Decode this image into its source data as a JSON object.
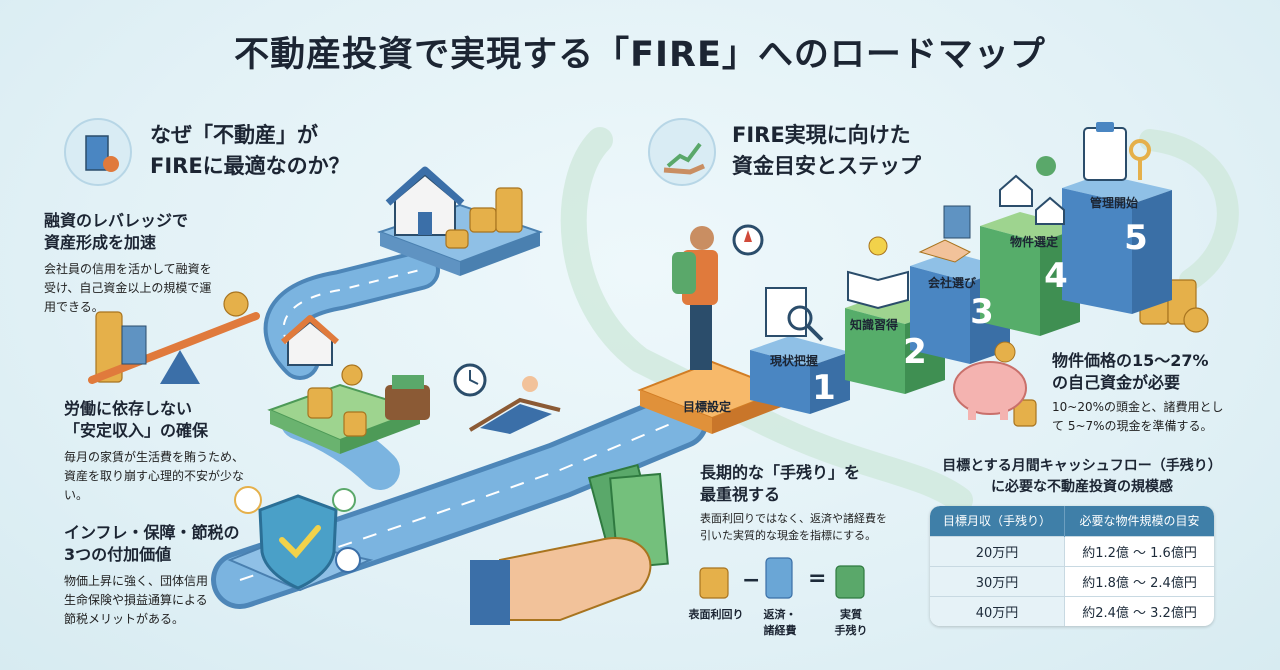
{
  "title": "不動産投資で実現する「FIRE」へのロードマップ",
  "left": {
    "heading": [
      "なぜ「不動産」が",
      "FIREに最適なのか？"
    ],
    "points": [
      {
        "head": [
          "融資のレバレッジで",
          "資産形成を加速"
        ],
        "body": [
          "会社員の信用を活かして融資を",
          "受け、自己資金以上の規模で運",
          "用できる。"
        ]
      },
      {
        "head": [
          "労働に依存しない",
          "「安定収入」の確保"
        ],
        "body": [
          "毎月の家賃が生活費を賄うため、",
          "資産を取り崩す心理的不安が少な",
          "い。"
        ]
      },
      {
        "head": [
          "インフレ・保障・節税の",
          "3つの付加価値"
        ],
        "body": [
          "物価上昇に強く、団体信用",
          "生命保険や損益通算による",
          "節税メリットがある。"
        ]
      }
    ]
  },
  "right": {
    "heading": [
      "FIRE実現に向けた",
      "資金目安とステップ"
    ],
    "goal_label": "目標設定",
    "steps": [
      {
        "num": "1",
        "label": "現状把握"
      },
      {
        "num": "2",
        "label": "知識習得"
      },
      {
        "num": "3",
        "label": "会社選び"
      },
      {
        "num": "4",
        "label": "物件選定"
      },
      {
        "num": "5",
        "label": "管理開始"
      }
    ],
    "equity_head": [
      "物件価格の15〜27%",
      "の自己資金が必要"
    ],
    "equity_body": [
      "10~20%の頭金と、諸費用とし",
      "て 5~7%の現金を準備する。"
    ]
  },
  "center": {
    "head": [
      "長期的な「手残り」を",
      "最重視する"
    ],
    "body": [
      "表面利回りではなく、返済や諸経費を",
      "引いた実質的な現金を指標にする。"
    ],
    "formula": {
      "a": [
        "表面利回り"
      ],
      "b": [
        "返済・",
        "諸経費"
      ],
      "c": [
        "実質",
        "手残り"
      ],
      "minus": "−",
      "equals": "="
    }
  },
  "table": {
    "heading": [
      "目標とする月間キャッシュフロー（手残り）",
      "に必要な不動産投資の規模感"
    ],
    "columns": [
      "目標月収（手残り）",
      "必要な物件規模の目安"
    ],
    "rows": [
      {
        "income": "20万円",
        "scale": "約1.2億 〜 1.6億円"
      },
      {
        "income": "30万円",
        "scale": "約1.8億 〜 2.4億円"
      },
      {
        "income": "40万円",
        "scale": "約2.4億 〜 3.2億円"
      }
    ]
  },
  "colors": {
    "road": "#6aa6d6",
    "step_blue": "#4a86c2",
    "step_green": "#56ad6a",
    "goal_orange": "#f0a04a",
    "coin": "#e5b04a",
    "shield": "#4aa0c8",
    "table_head": "#3f7fa8"
  },
  "icons": [
    "building-gear-icon",
    "chart-hand-icon",
    "house-icon",
    "coin-stack-icon",
    "seesaw-icon",
    "wallet-icon",
    "clock-icon",
    "beach-chair-icon",
    "shield-check-icon",
    "hiker-icon",
    "compass-icon",
    "document-magnifier-icon",
    "book-lightbulb-icon",
    "handshake-icon",
    "clipboard-keys-icon",
    "piggy-bank-icon",
    "hand-cash-icon"
  ]
}
